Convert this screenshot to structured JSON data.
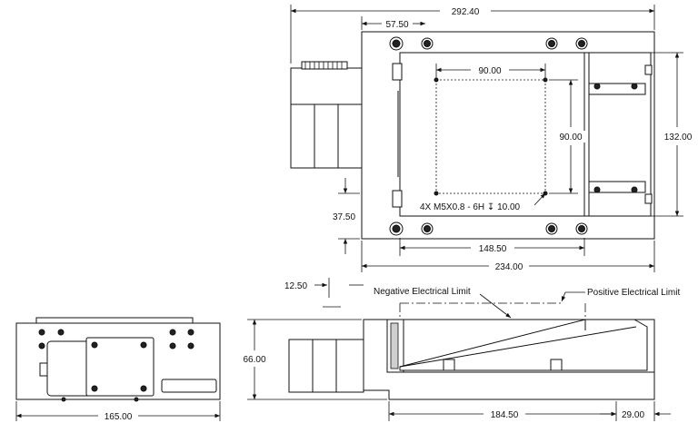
{
  "dimensions": {
    "overall_length": "292.40",
    "motor_offset": "57.50",
    "hole_spacing_x": "90.00",
    "hole_spacing_y": "90.00",
    "carriage_width": "132.00",
    "base_offset": "37.50",
    "carriage_travel": "148.50",
    "base_length": "234.00",
    "limit_offset": "12.50",
    "height": "66.00",
    "end_width": "165.00",
    "limit_span": "184.50",
    "end_offset": "29.00"
  },
  "callouts": {
    "thread_note": "4X M5X0.8 - 6H ↧ 10.00",
    "negative_limit": "Negative Electrical Limit",
    "positive_limit": "Positive Electrical Limit"
  }
}
